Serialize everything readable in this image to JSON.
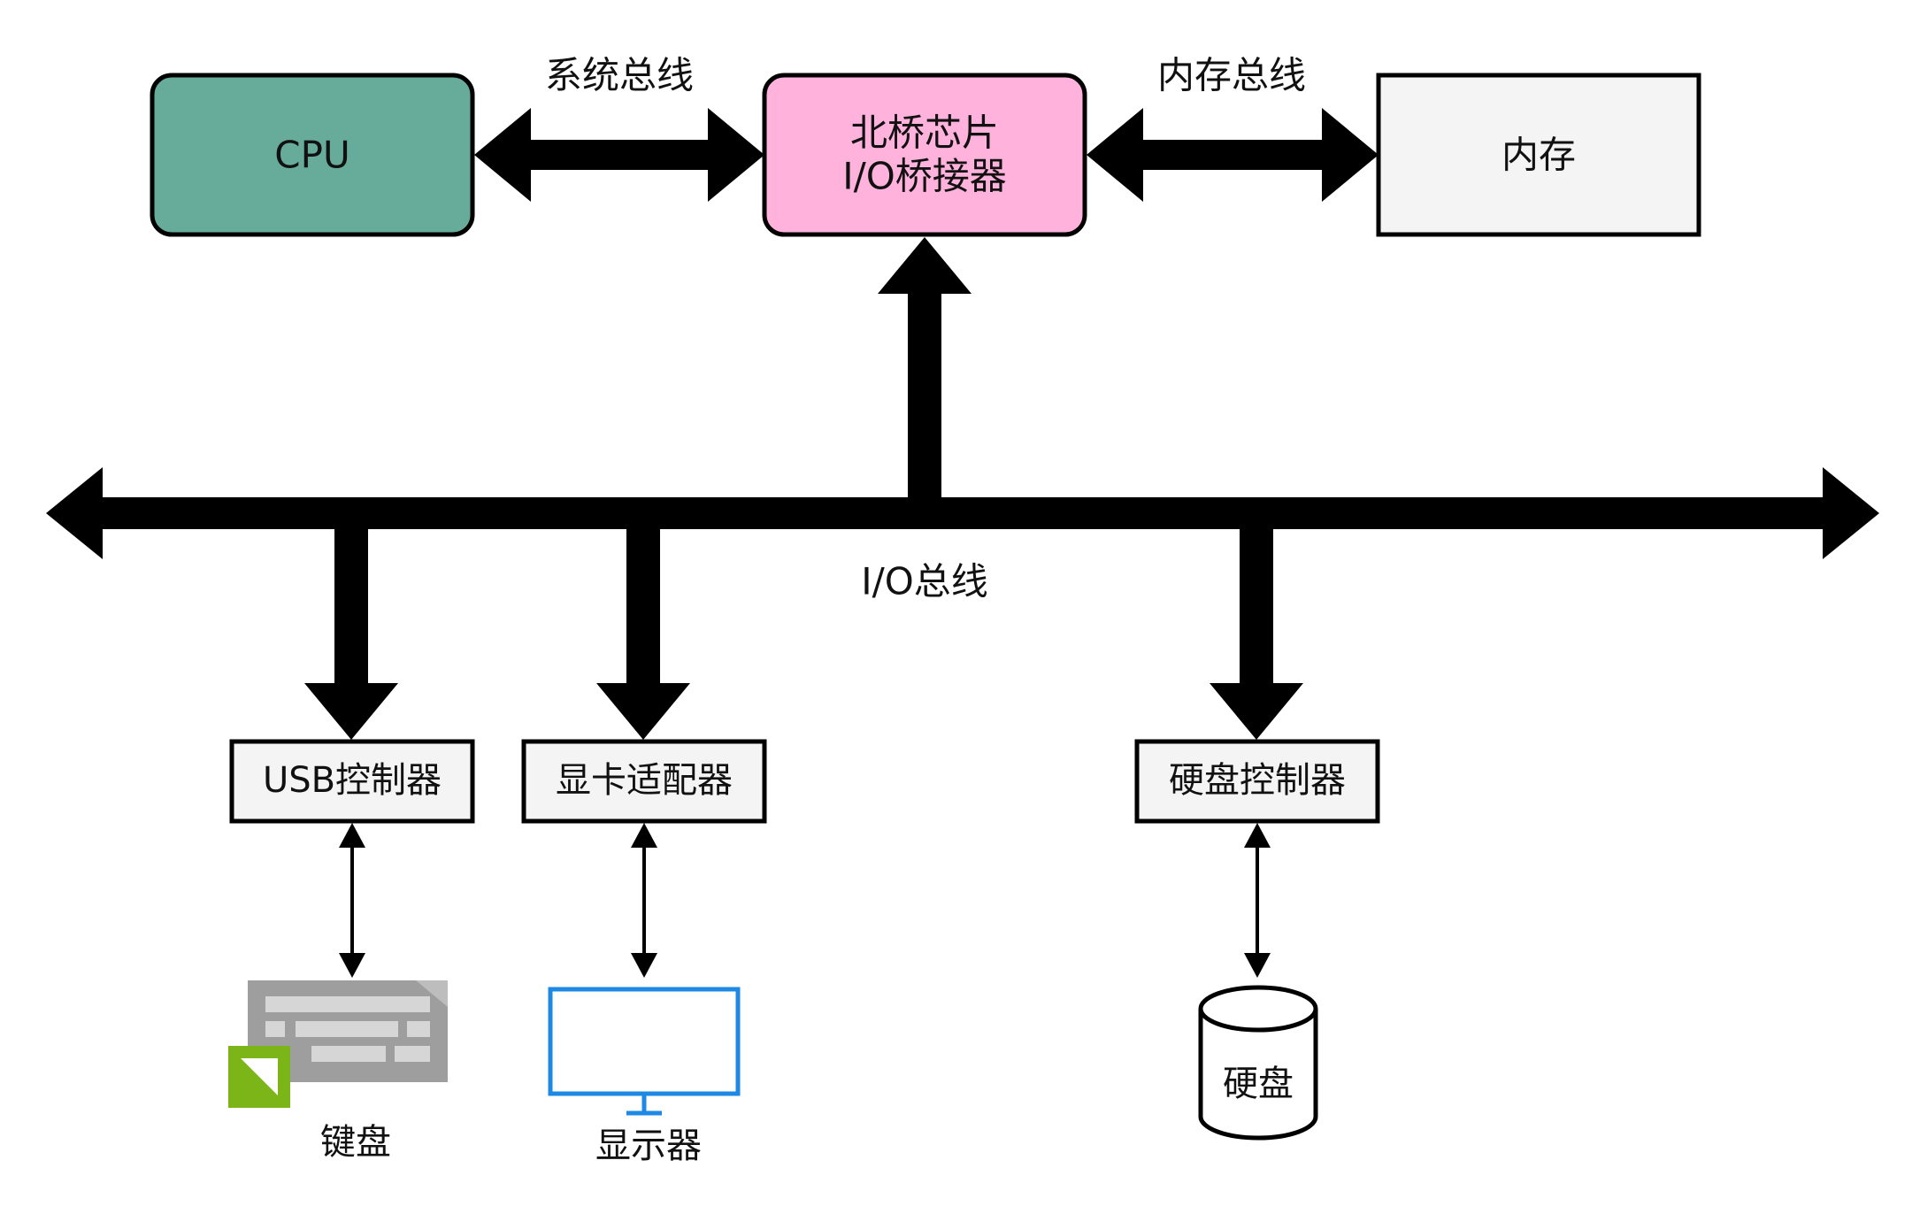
{
  "colors": {
    "cpu_fill": "#67ab9b",
    "northbridge_fill": "#ffb3dc",
    "memory_fill": "#f4f4f4",
    "controller_fill": "#f4f4f4",
    "monitor_stroke": "#1e88e5",
    "keyboard_body": "#9e9e9e",
    "keyboard_badge": "#7cb518",
    "line": "#000000"
  },
  "nodes": {
    "cpu": "CPU",
    "northbridge": [
      "北桥芯片",
      "I/O桥接器"
    ],
    "memory": "内存",
    "usb_controller": "USB控制器",
    "graphics_adapter": "显卡适配器",
    "disk_controller": "硬盘控制器",
    "keyboard": "键盘",
    "monitor": "显示器",
    "disk": "硬盘"
  },
  "buses": {
    "system_bus": "系统总线",
    "memory_bus": "内存总线",
    "io_bus": "I/O总线"
  },
  "icons": {
    "keyboard": "keyboard-icon",
    "monitor": "monitor-icon",
    "disk": "disk-cylinder-icon"
  }
}
